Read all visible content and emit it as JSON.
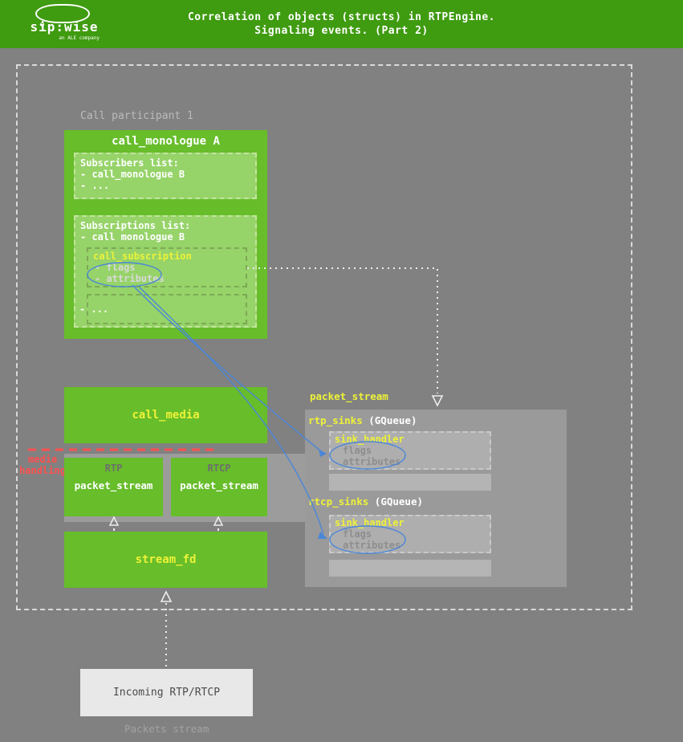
{
  "colors": {
    "header_green": "#3f9b10",
    "box_green": "#67bd2a",
    "inner_green": "#96d369",
    "accent_yellow": "#edf238",
    "accent_red": "#ff5050",
    "accent_blue": "#4a86d8"
  },
  "header": {
    "logo_title": "sip:wise",
    "logo_subtitle": "an ALE company",
    "title_line1": "Correlation of objects (structs) in RTPEngine.",
    "title_line2": "Signaling events. (Part 2)"
  },
  "participant_label": "Call participant 1",
  "monologue": {
    "title": "call_monologue A",
    "subscribers_title": "Subscribers list:",
    "subscribers_items": [
      "- call_monologue B",
      "- ..."
    ],
    "subscriptions_title": "Subscriptions list:",
    "subscriptions_item": "- call monologue B",
    "subscription_title": "call_subscription",
    "subscription_fields": [
      "- flags",
      "- attributes"
    ],
    "more": "- ..."
  },
  "call_media_label": "call_media",
  "media_handling": {
    "line1": "media",
    "line2": "handling"
  },
  "rtp": {
    "label": "RTP",
    "box_label": "packet_stream"
  },
  "rtcp": {
    "label": "RTCP",
    "box_label": "packet_stream"
  },
  "stream_fd_label": "stream_fd",
  "panel": {
    "title": "packet_stream",
    "rtp_sinks": "rtp_sinks",
    "rtp_sinks_type": " (GQueue)",
    "sink_handler1_title": "sink_handler",
    "sink_handler1_fields": [
      "flags",
      "attributes"
    ],
    "rtcp_sinks": "rtcp_sinks",
    "rtcp_sinks_type": " (GQueue)",
    "sink_handler2_title": "sink_handler",
    "sink_handler2_fields": [
      "flags",
      "attributes"
    ]
  },
  "incoming_label": "Incoming RTP/RTCP",
  "packets_stream_label": "Packets stream"
}
